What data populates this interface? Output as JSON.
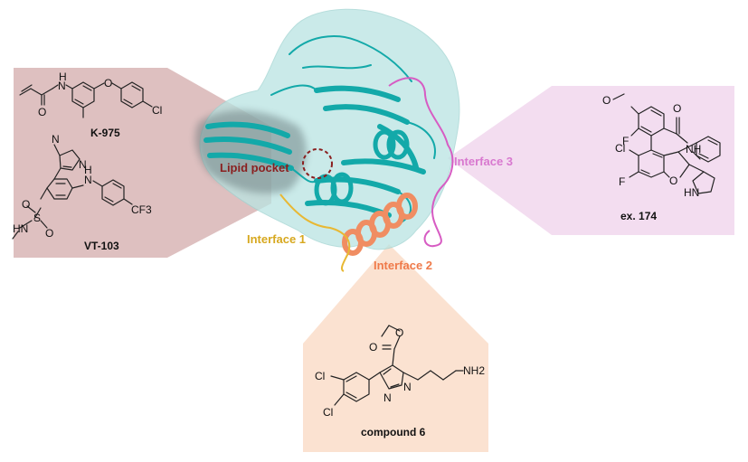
{
  "labels": {
    "lipid_pocket": "Lipid pocket",
    "interface_1": "Interface 1",
    "interface_2": "Interface 2",
    "interface_3": "Interface 3"
  },
  "compounds": {
    "k975": {
      "name": "K-975",
      "atoms": {
        "N": "N",
        "H": "H",
        "O1": "O",
        "O2": "O",
        "Cl": "Cl"
      }
    },
    "vt103": {
      "name": "VT-103",
      "atoms": {
        "Nim1": "N",
        "Nim2": "N",
        "NH_N": "N",
        "NH_H": "H",
        "S": "S",
        "O1": "O",
        "O2": "O",
        "HN": "HN",
        "CF3": "CF3"
      }
    },
    "ex174": {
      "name": "ex. 174",
      "atoms": {
        "O_me": "O",
        "F1": "F",
        "O_amide": "O",
        "NH": "NH",
        "Cl": "Cl",
        "F2": "F",
        "O_ring": "O",
        "HN": "HN"
      }
    },
    "compound6": {
      "name": "compound 6",
      "atoms": {
        "O1": "O",
        "O2": "O",
        "N1": "N",
        "N2": "N",
        "NH2": "NH2",
        "Cl1": "Cl",
        "Cl2": "Cl"
      }
    }
  },
  "colors": {
    "panel_left": "#d8b5b5",
    "panel_right": "#f2d9ee",
    "panel_bottom": "#fbe0cf",
    "surface": "#b9e4e2",
    "cartoon": "#13a9a9",
    "helix_orange": "#f08d62",
    "loop_pink": "#d75cc3",
    "loop_yellow": "#e8b833",
    "label_dark_red": "#8a1f1f",
    "label_orange": "#ef7a4a",
    "label_pink": "#d878cf",
    "label_gold": "#d7a81f"
  }
}
